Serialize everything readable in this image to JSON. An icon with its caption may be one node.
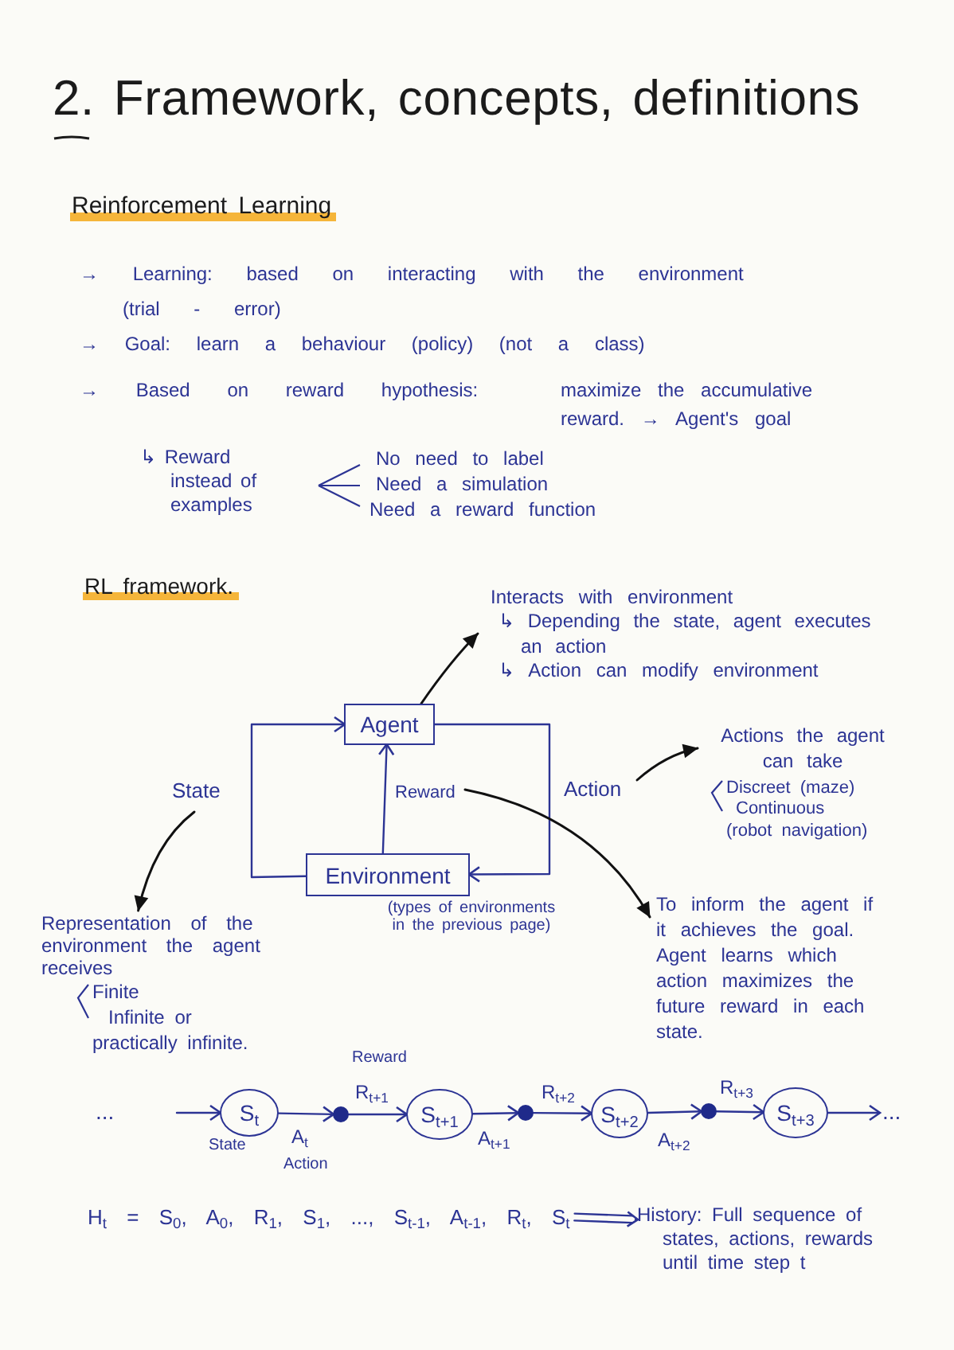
{
  "diagram": {
    "title": "2. Framework, concepts, definitions",
    "nodes": [
      {
        "text": [
          "Interacts with environment",
          "↳ Depending the state, agent executes an action",
          "↳ Action can modify environment"
        ]
      },
      {
        "text": [
          "Agent"
        ]
      },
      {
        "text": [
          "Actions the agent can take",
          "Discreet (maze)",
          "Continuous (robot navigation)"
        ]
      },
      {
        "text": [
          "Environment"
        ],
        "beside": [
          "(types of environments in the previous page)"
        ]
      },
      {
        "text": [
          "Representation of the environment the agent receives",
          "Finite",
          "Infinite or practically infinite."
        ]
      },
      {
        "text": [
          "To inform the agent if it achieves the goal. Agent learns which action maximizes the future reward in each state."
        ]
      },
      {
        "text": [
          "S$_{t}$"
        ],
        "beside": [
          "State"
        ]
      },
      {
        "text": [],
        "shape": "circle"
      },
      {
        "text": [
          "S$_{t+1}$"
        ]
      },
      {
        "text": [],
        "shape": "circle"
      },
      {
        "text": [
          "S$_{t+2}$"
        ]
      },
      {
        "text": [],
        "shape": "circle"
      },
      {
        "text": [
          "S$_{t+3}$"
        ]
      },
      {
        "text": [
          "..."
        ]
      },
      {
        "text": [
          "H$_{t}$ = S$_{0}$, A$_{0}$, R$_{1}$, S$_{1}$, ..., S$_{t-1}$, A$_{t-1}$, R$_{t}$, S$_{t}$"
        ]
      },
      {
        "text": [
          "History: Full sequence of states, actions, rewards until time step t"
        ]
      }
    ],
    "edges": [
      {
        "from": 1,
        "to": 0,
        "arrow": "to",
        "color": "#111111"
      },
      {
        "from": 1,
        "to": 3,
        "arrow": "to",
        "label": "Action"
      },
      {
        "from": 3,
        "to": 1,
        "arrow": "to",
        "label": "State"
      },
      {
        "from": 3,
        "to": 1,
        "arrow": "to",
        "label": "Reward"
      },
      {
        "from": null,
        "to": 2,
        "arrow": "to",
        "color": "#111111"
      },
      {
        "from": null,
        "to": 5,
        "arrow": "to",
        "color": "#111111"
      },
      {
        "from": null,
        "to": 4,
        "arrow": "to",
        "color": "#111111"
      },
      {
        "from": null,
        "to": 6,
        "arrow": "to"
      },
      {
        "from": 6,
        "to": 7,
        "arrow": "to",
        "label": "A$_{t}$"
      },
      {
        "from": 7,
        "to": 8,
        "arrow": "to",
        "label": "R$_{t+1}$"
      },
      {
        "from": 8,
        "to": 9,
        "arrow": "to",
        "label": "A$_{t+1}$"
      },
      {
        "from": 9,
        "to": 10,
        "arrow": "to",
        "label": "R$_{t+2}$"
      },
      {
        "from": 10,
        "to": 11,
        "arrow": "to",
        "label": "A$_{t+2}$"
      },
      {
        "from": 11,
        "to": 12,
        "arrow": "to",
        "label": "R$_{t+3}$"
      },
      {
        "from": 12,
        "to": 13,
        "arrow": "to"
      },
      {
        "from": 14,
        "to": 15,
        "arrow": "to"
      }
    ],
    "labels": [
      "Reinforcement Learning",
      "→ Learning: based on interacting with the environment (trial - error)",
      "→ Goal: learn a behaviour (policy) (not a class)",
      "→ Based on reward hypothesis:",
      "maximize the accumulative reward. → Agent's goal",
      "↳ Reward instead of examples",
      "No need to label",
      "Need a simulation",
      "Need a reward function",
      "RL framework.",
      "Reward",
      "...",
      "Action"
    ]
  }
}
